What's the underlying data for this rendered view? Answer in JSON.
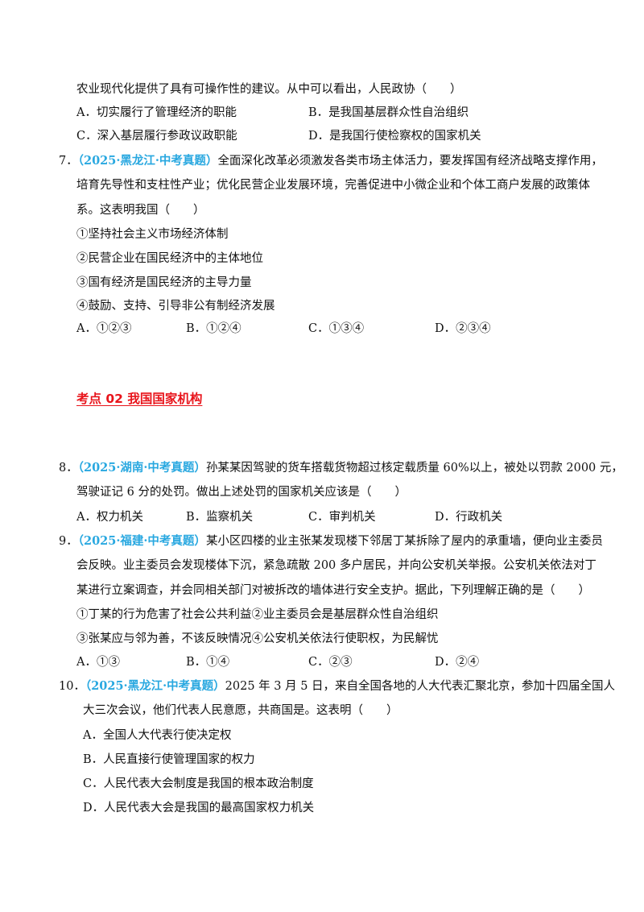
{
  "q6": {
    "cont": "农业现代化提供了具有可操作性的建议。从中可以看出，人民政协（　　）",
    "options": [
      "A．切实履行了管理经济的职能",
      "B．是我国基层群众性自治组织",
      "C．深入基层履行参政议政职能",
      "D．是我国行使检察权的国家机关"
    ]
  },
  "q7": {
    "num": "7．",
    "source": "（2025·黑龙江·中考真题）",
    "line1": "全面深化改革必须激发各类市场主体活力，要发挥国有经济战略支撑作用，",
    "line2": "培育先导性和支柱性产业；优化民营企业发展环境，完善促进中小微企业和个体工商户发展的政策体",
    "line3": "系。这表明我国（　　）",
    "items": [
      "①坚持社会主义市场经济体制",
      "②民营企业在国民经济中的主体地位",
      "③国有经济是国民经济的主导力量",
      "④鼓励、支持、引导非公有制经济发展"
    ],
    "options": [
      "A．①②③",
      "B．①②④",
      "C．①③④",
      "D．②③④"
    ]
  },
  "heading": "考点 02  我国国家机构",
  "q8": {
    "num": "8．",
    "source": "（2025·湖南·中考真题）",
    "line1": "孙某某因驾驶的货车搭载货物超过核定载质量 60%以上，被处以罚款 2000 元，",
    "line2": "驾驶证记 6 分的处罚。做出上述处罚的国家机关应该是（　　）",
    "options": [
      "A．权力机关",
      "B．监察机关",
      "C．审判机关",
      "D．行政机关"
    ]
  },
  "q9": {
    "num": "9．",
    "source": "（2025·福建·中考真题）",
    "line1": "某小区四楼的业主张某发现楼下邻居丁某拆除了屋内的承重墙，便向业主委员",
    "line2": "会反映。业主委员会发现楼体下沉，紧急疏散 200 多户居民，并向公安机关举报。公安机关依法对丁",
    "line3": "某进行立案调查，并会同相关部门对被拆改的墙体进行安全支护。据此，下列理解正确的是（　　）",
    "items": [
      "①丁某的行为危害了社会公共利益②业主委员会是基层群众性自治组织",
      "③张某应与邻为善，不该反映情况④公安机关依法行使职权，为民解忧"
    ],
    "options": [
      "A．①③",
      "B．①④",
      "C．②③",
      "D．②④"
    ]
  },
  "q10": {
    "num": "10．",
    "source": "（2025·黑龙江·中考真题）",
    "line1": "2025 年 3 月 5 日，来自全国各地的人大代表汇聚北京，参加十四届全国人",
    "line2": "大三次会议，他们代表人民意愿，共商国是。这表明（　　）",
    "options": [
      "A．全国人大代表行使决定权",
      "B．人民直接行使管理国家的权力",
      "C．人民代表大会制度是我国的根本政治制度",
      "D．人民代表大会是我国的最高国家权力机关"
    ]
  },
  "colors": {
    "source": "#29a8e0",
    "heading": "#e8141b"
  }
}
